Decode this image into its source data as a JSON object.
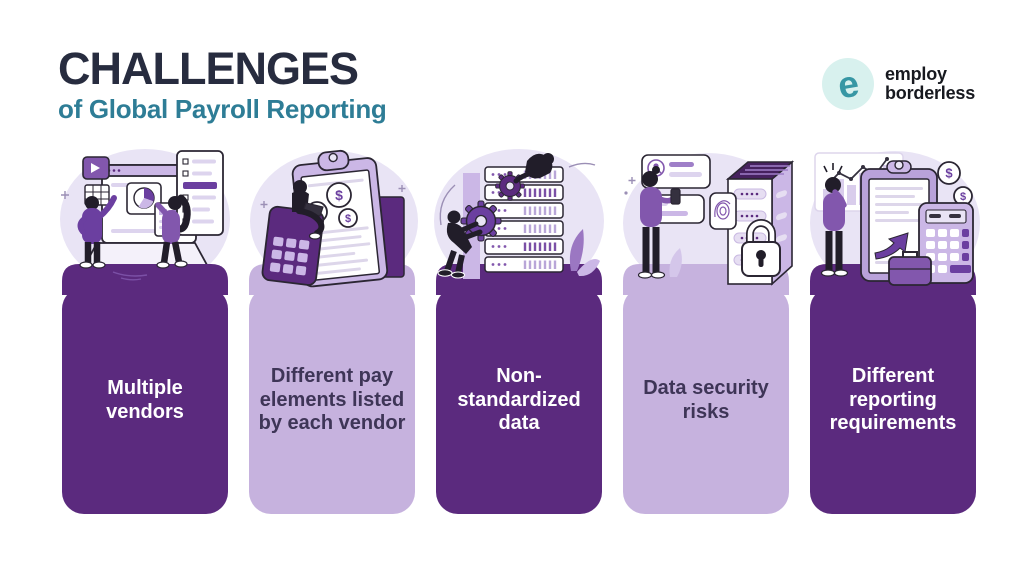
{
  "header": {
    "title": "CHALLENGES",
    "subtitle": "of Global Payroll Reporting"
  },
  "logo": {
    "mark": "e",
    "line1": "employ",
    "line2": "borderless"
  },
  "icons": {
    "dollar": "$"
  },
  "colors": {
    "dark_purple_card": "#5b2a7e",
    "light_purple_card": "#c6b2de",
    "lavender_blob": "#e9e4f5",
    "mid_purple_accent": "#6b3fa0",
    "title_navy": "#272c3f",
    "subtitle_teal": "#2e7d96",
    "logo_teal": "#3797a4",
    "logo_circle": "#d8f1ee",
    "ink_outline": "#2b2633",
    "light_card_text": "#3e3557",
    "dark_card_text": "#ffffff"
  },
  "cards": [
    {
      "id": "multiple-vendors",
      "variant": "dark",
      "label": "Multiple vendors",
      "illustration": "two-people-organizing-screens"
    },
    {
      "id": "different-pay-elements",
      "variant": "light",
      "label": "Different pay elements listed by each vendor",
      "illustration": "person-on-calculator-with-clipboard-and-dollar-coins"
    },
    {
      "id": "non-standardized-data",
      "variant": "dark",
      "label": "Non-standardized data",
      "illustration": "people-fixing-gears-on-server-stack"
    },
    {
      "id": "data-security-risks",
      "variant": "light",
      "label": "Data security risks",
      "illustration": "person-with-phone-locked-cabinet-fingerprint"
    },
    {
      "id": "different-reporting-requirements",
      "variant": "dark",
      "label": "Different reporting requirements",
      "illustration": "person-with-charts-report-calculator"
    }
  ]
}
